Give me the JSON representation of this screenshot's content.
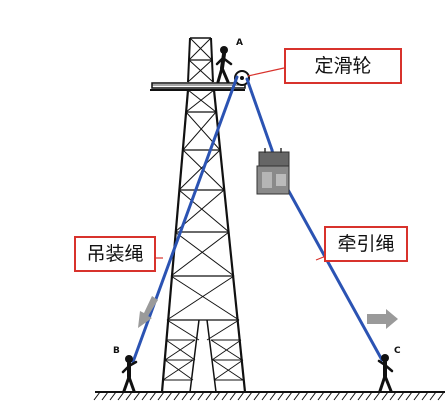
{
  "labels": {
    "fixed_pulley": "定滑轮",
    "hoisting_rope": "吊装绳",
    "traction_rope": "牵引绳"
  },
  "points": {
    "a": "A",
    "b": "B",
    "c": "C"
  },
  "colors": {
    "rope": "#2b53b3",
    "callout_border": "#d8322c",
    "tower": "#111111",
    "arrow": "#9a9a9a"
  },
  "icons": [
    "worker-figure-icon",
    "arrow-down-left-icon",
    "arrow-right-icon",
    "equipment-load-icon",
    "pulley-icon"
  ]
}
